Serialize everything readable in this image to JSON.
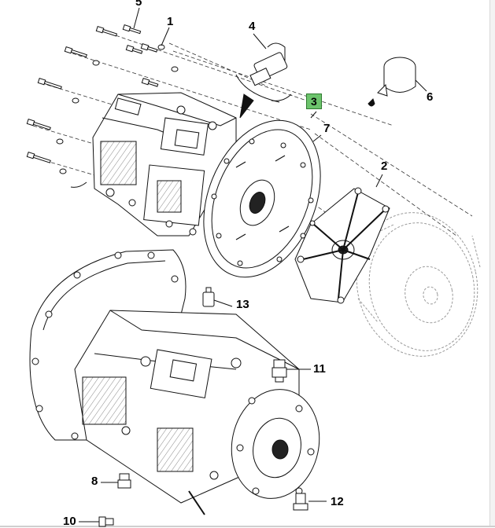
{
  "callouts": [
    {
      "id": "1",
      "label": "1"
    },
    {
      "id": "2",
      "label": "2"
    },
    {
      "id": "3",
      "label": "3",
      "highlight": true
    },
    {
      "id": "4",
      "label": "4"
    },
    {
      "id": "5",
      "label": "5"
    },
    {
      "id": "6",
      "label": "6"
    },
    {
      "id": "7",
      "label": "7"
    },
    {
      "id": "8",
      "label": "8"
    },
    {
      "id": "10",
      "label": "10"
    },
    {
      "id": "11",
      "label": "11"
    },
    {
      "id": "12",
      "label": "12"
    },
    {
      "id": "13",
      "label": "13"
    }
  ],
  "colors": {
    "line": "#111111",
    "highlight": "#6cc36c",
    "ghost": "#9a9a9a"
  }
}
